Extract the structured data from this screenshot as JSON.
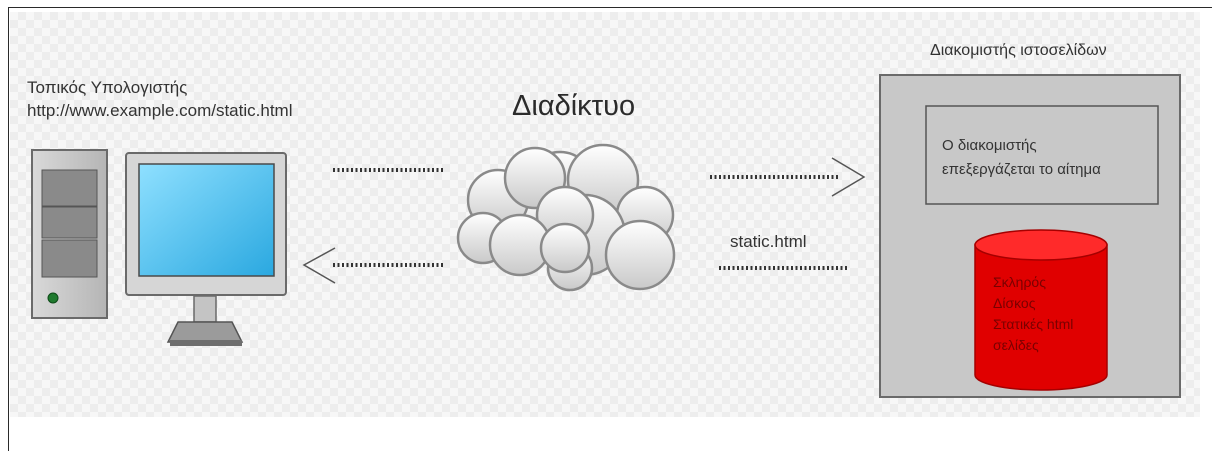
{
  "local_computer": {
    "title": "Τοπικός Υπολογιστής",
    "url": "http://www.example.com/static.html"
  },
  "internet": {
    "label": "Διαδίκτυο"
  },
  "server": {
    "title": "Διακομιστής ιστοσελίδων",
    "processing_line1": "Ο διακομιστής",
    "processing_line2": "επεξεργάζεται το αίτημα",
    "disk_line1": "Σκληρός",
    "disk_line2": "Δίσκος",
    "disk_line3": "Στατικές html",
    "disk_line4": "σελίδες"
  },
  "response": {
    "file_label": "static.html"
  },
  "colors": {
    "disk_red": "#e00000",
    "server_gray": "#c8c8c8",
    "monitor_screen": "#4fc3f0"
  },
  "icons": [
    "computer-tower-icon",
    "monitor-icon",
    "cloud-icon",
    "database-cylinder-icon"
  ]
}
